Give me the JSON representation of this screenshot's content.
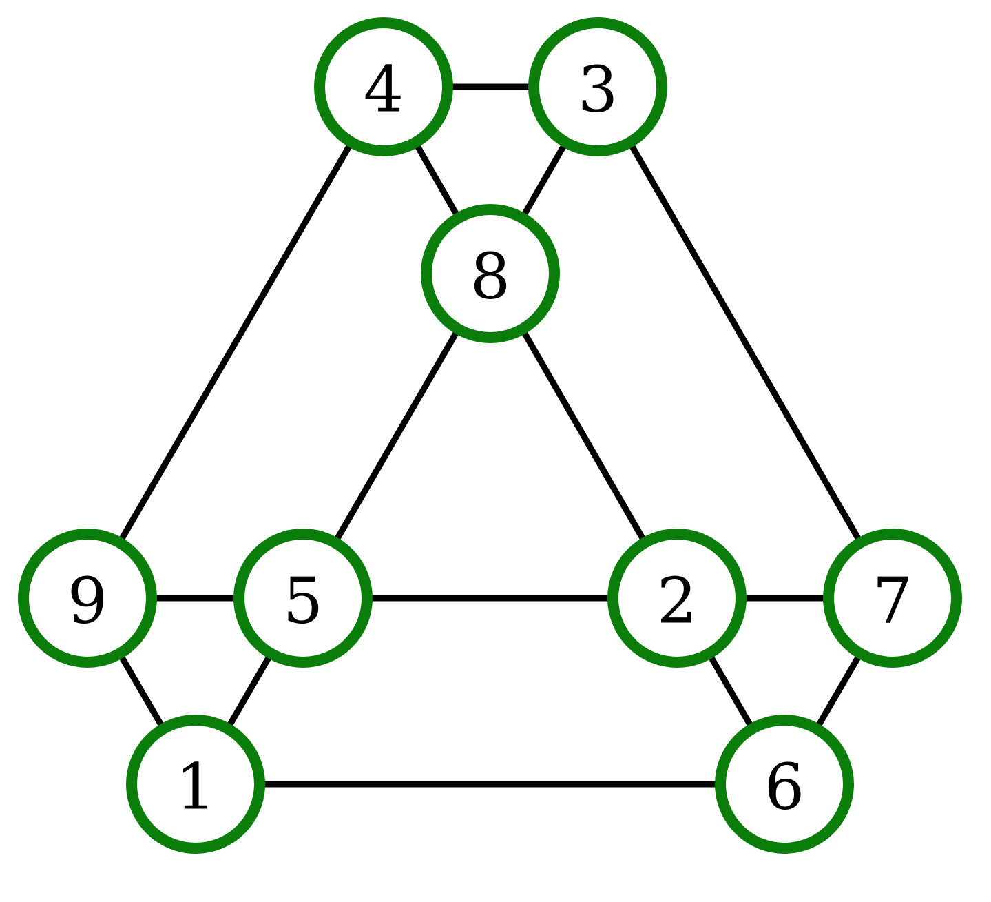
{
  "graph": {
    "node_color": "#0a7d0a",
    "edge_color": "#000000",
    "nodes": [
      {
        "id": "n4",
        "label": "4"
      },
      {
        "id": "n3",
        "label": "3"
      },
      {
        "id": "n8",
        "label": "8"
      },
      {
        "id": "n9",
        "label": "9"
      },
      {
        "id": "n5",
        "label": "5"
      },
      {
        "id": "n2",
        "label": "2"
      },
      {
        "id": "n7",
        "label": "7"
      },
      {
        "id": "n1",
        "label": "1"
      },
      {
        "id": "n6",
        "label": "6"
      }
    ],
    "edges": [
      [
        "4",
        "3"
      ],
      [
        "4",
        "8"
      ],
      [
        "4",
        "9"
      ],
      [
        "3",
        "8"
      ],
      [
        "3",
        "7"
      ],
      [
        "8",
        "5"
      ],
      [
        "8",
        "2"
      ],
      [
        "9",
        "5"
      ],
      [
        "5",
        "2"
      ],
      [
        "2",
        "7"
      ],
      [
        "9",
        "1"
      ],
      [
        "5",
        "1"
      ],
      [
        "2",
        "6"
      ],
      [
        "7",
        "6"
      ],
      [
        "1",
        "6"
      ]
    ]
  }
}
